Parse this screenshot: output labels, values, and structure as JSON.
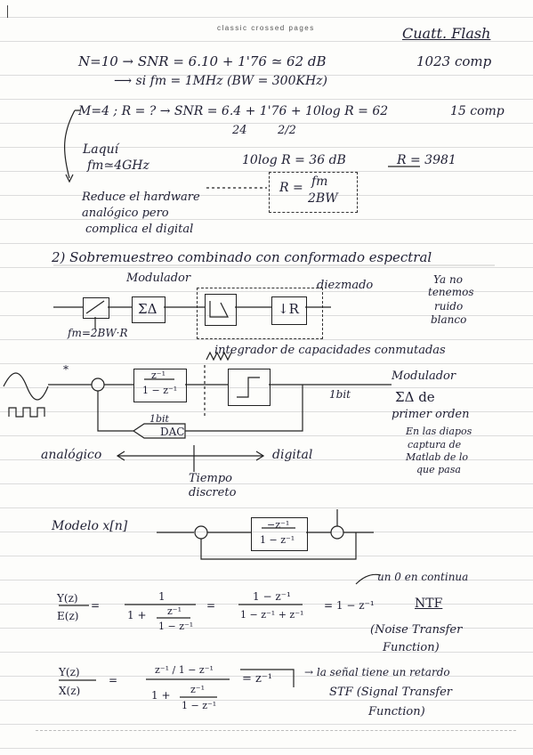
{
  "header": "classic crossed pages",
  "top_right": "Cuatt. Flash",
  "lines": {
    "l1": "N=10  →  SNR = 6.10 + 1'76  ≃ 62 dB",
    "l1r": "1023 comp",
    "l2": "⟶ si fm = 1MHz   (BW = 300KHz)",
    "l3": "M=4 ; R = ? → SNR = 6.4 + 1'76 + 10log R = 62",
    "l3r": "15 comp",
    "l3s1": "24",
    "l3s2": "2/2",
    "l4a": "Laquí",
    "l4b": "fm≃4GHz",
    "l4c": "10log R = 36 dB",
    "l4d": "R = 3981",
    "rf_l": "R =",
    "rf_n": "fm",
    "rf_d": "2BW",
    "red1": "Reduce el hardware",
    "red2": "analógico pero",
    "red3": "complica el digital",
    "sec2": "2) Sobremuestreo combinado con conformado espectral",
    "modulador": "Modulador",
    "diezmado": "diezmado",
    "sigma_r": "ΣΔ",
    "down_r": "↓R",
    "fm2": "fm=2BW·R",
    "ya1": "Ya no",
    "ya2": "tenemos",
    "ya3": "ruido",
    "ya4": "blanco",
    "integrador": "integrador de capacidades conmutadas",
    "star": "*",
    "int_n": "z⁻¹",
    "int_d": "1 − z⁻¹",
    "onebit": "1bit",
    "onebit2": "1bit",
    "dac": "DAC",
    "mod2a": "Modulador",
    "mod2b": "ΣΔ  de",
    "mod2c": "primer orden",
    "nota1": "En las diapos",
    "nota2": "captura de",
    "nota3": "Matlab de lo",
    "nota4": "que pasa",
    "analog": "analógico",
    "digital": "digital",
    "tiempo1": "Tiempo",
    "tiempo2": "discreto",
    "modelo": "Modelo x[n]",
    "mb_n": "−z⁻¹",
    "mb_d": "1 − z⁻¹",
    "cero": "un 0 en continua",
    "y1_l": "Y(z)",
    "y1_ld": "E(z)",
    "f1_n": "1",
    "f1_d1": "1 +",
    "f1_dn": "z⁻¹",
    "f1_dd": "1 − z⁻¹",
    "f2_n": "1 − z⁻¹",
    "f2_d": "1 − z⁻¹ + z⁻¹",
    "f3": "= 1 − z⁻¹",
    "ntf": "NTF",
    "ntf2": "(Noise Transfer",
    "ntf3": "Function)",
    "y2_l": "Y(z)",
    "y2_ld": "X(z)",
    "g_n": "z⁻¹ / 1 − z⁻¹",
    "g_d1": "1 +",
    "g_dn": "z⁻¹",
    "g_dd": "1 − z⁻¹",
    "g_r": "= z⁻¹",
    "stf1": "→ la señal tiene un retardo",
    "stf2": "STF (Signal Transfer",
    "stf3": "Function)"
  }
}
